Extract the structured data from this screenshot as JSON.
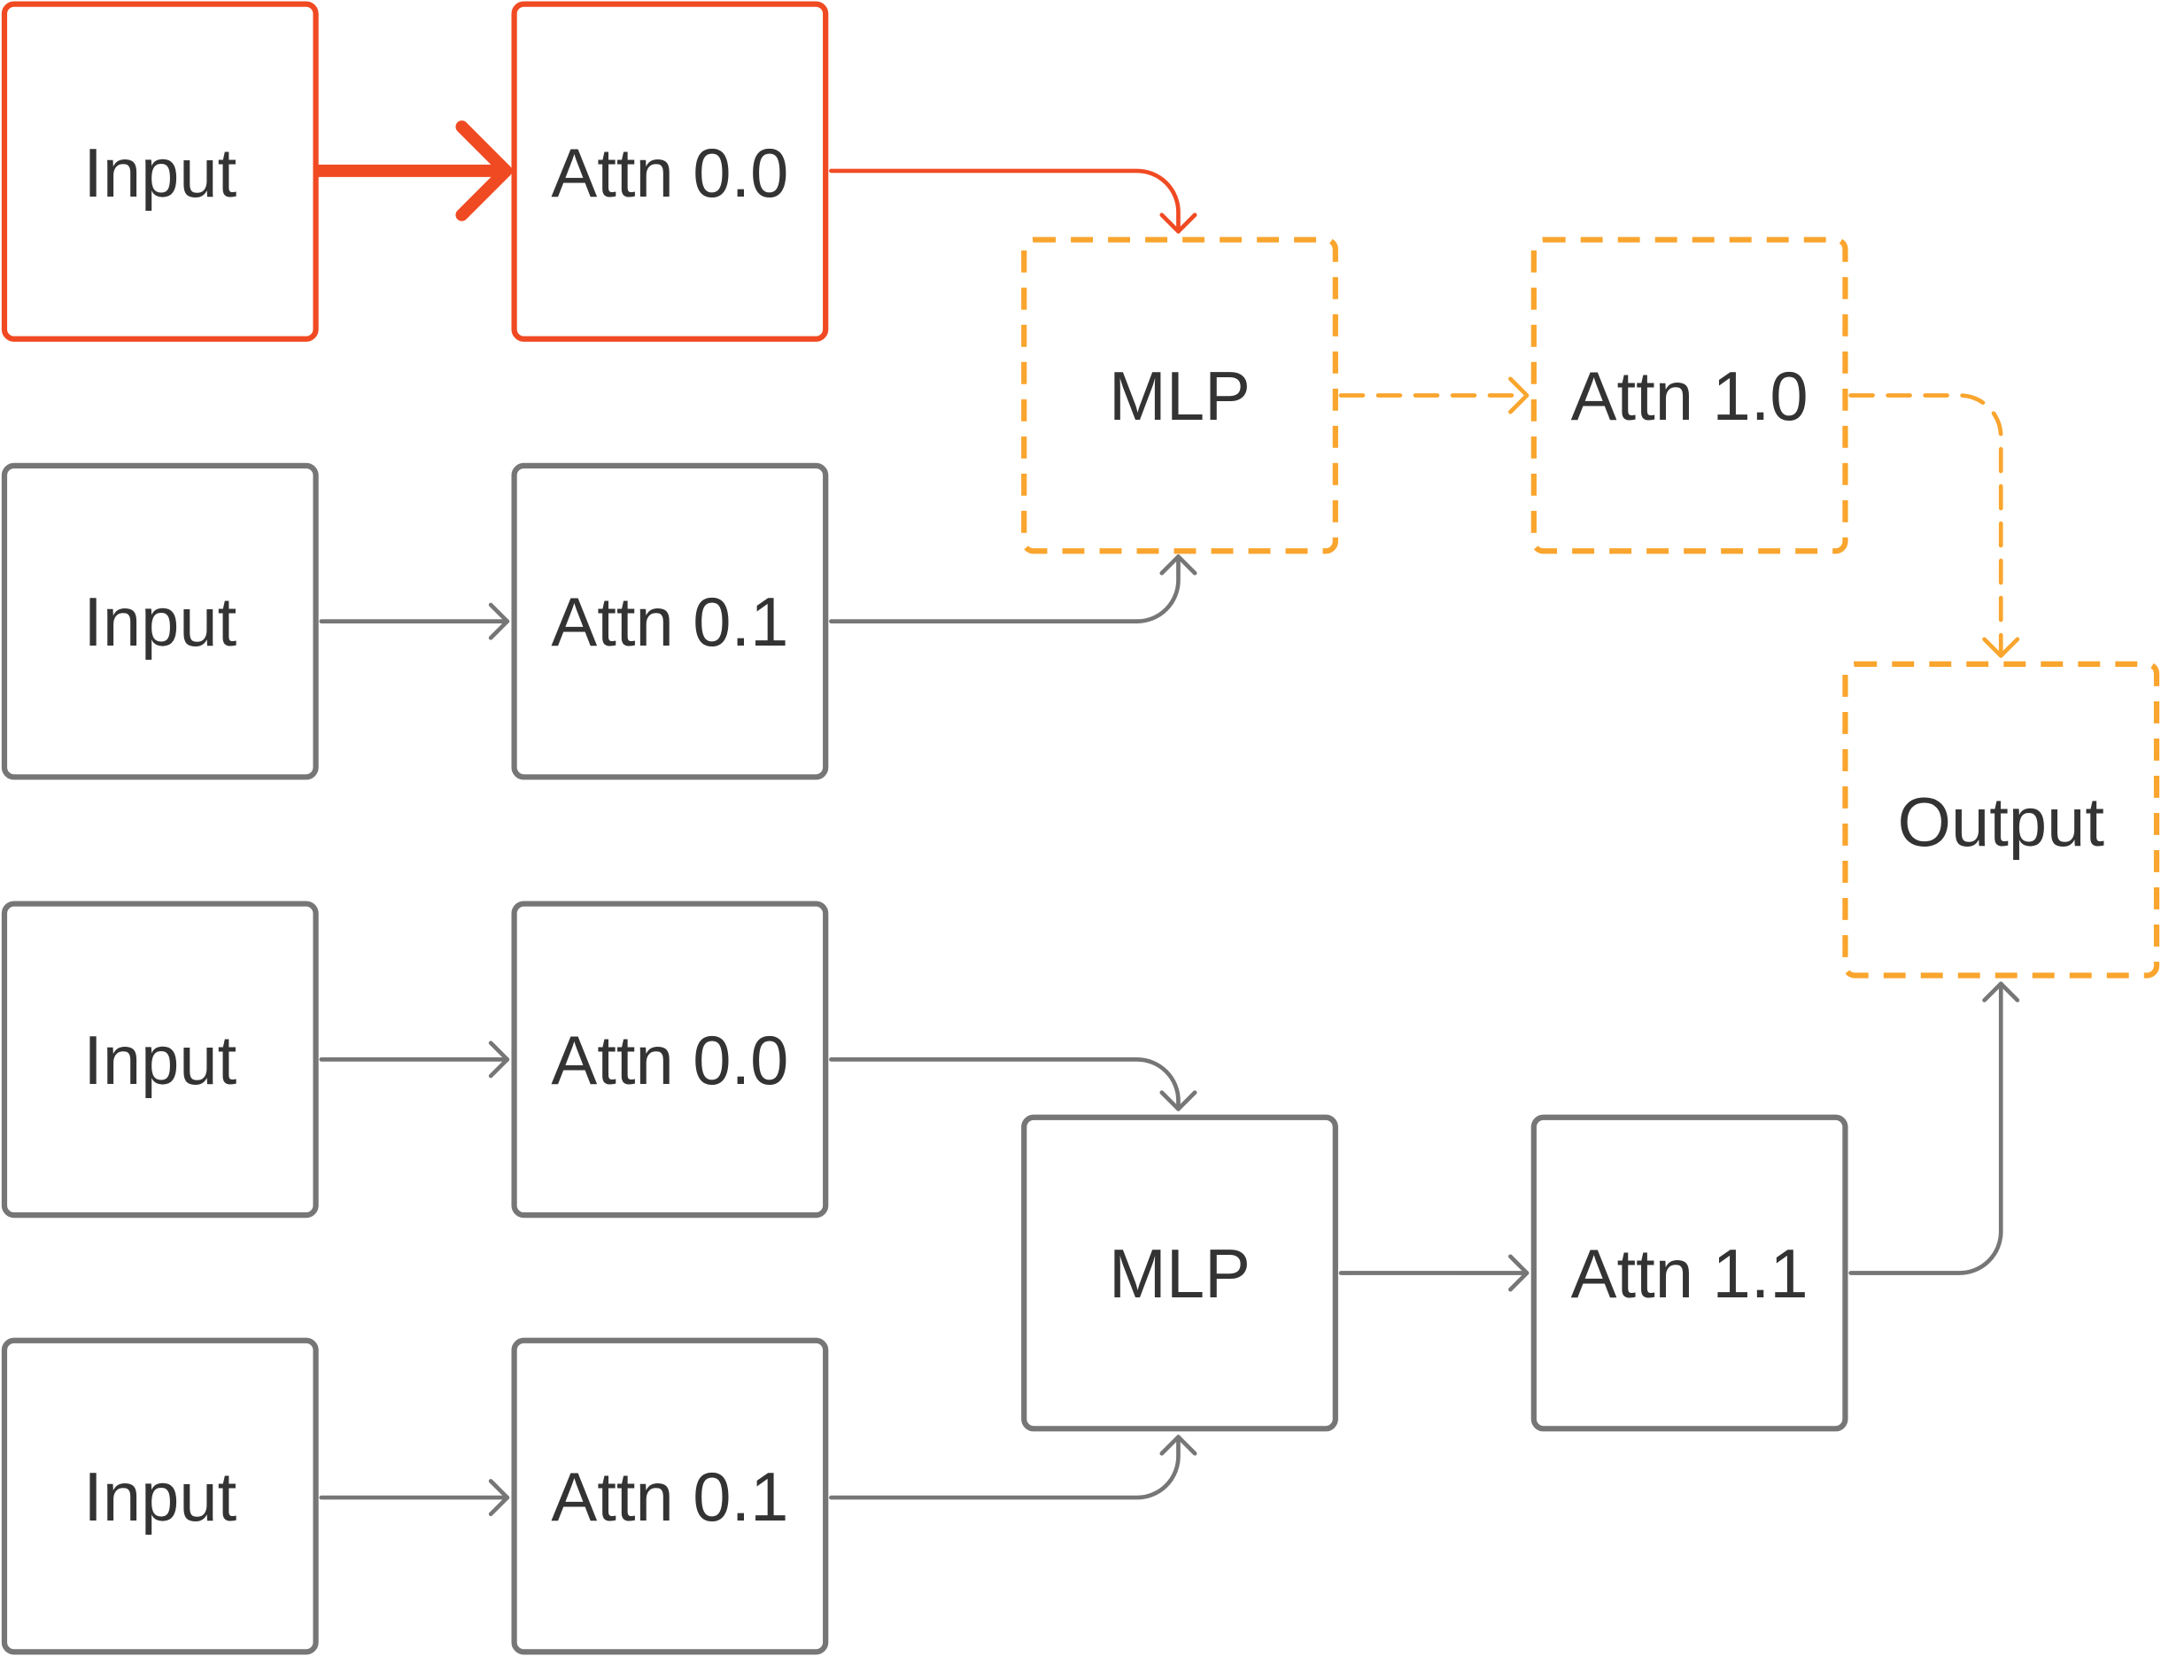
{
  "colors": {
    "highlight": "#F04A23",
    "active_path": "#F9A52E",
    "inactive": "#767676",
    "text": "#333333"
  },
  "nodes": {
    "input_1": "Input",
    "attn_00_top": "Attn 0.0",
    "input_2": "Input",
    "attn_01_top": "Attn 0.1",
    "mlp_top": "MLP",
    "attn_10": "Attn 1.0",
    "output": "Output",
    "input_3": "Input",
    "attn_00_bottom": "Attn 0.0",
    "input_4": "Input",
    "attn_01_bottom": "Attn 0.1",
    "mlp_bottom": "MLP",
    "attn_11": "Attn 1.1"
  }
}
